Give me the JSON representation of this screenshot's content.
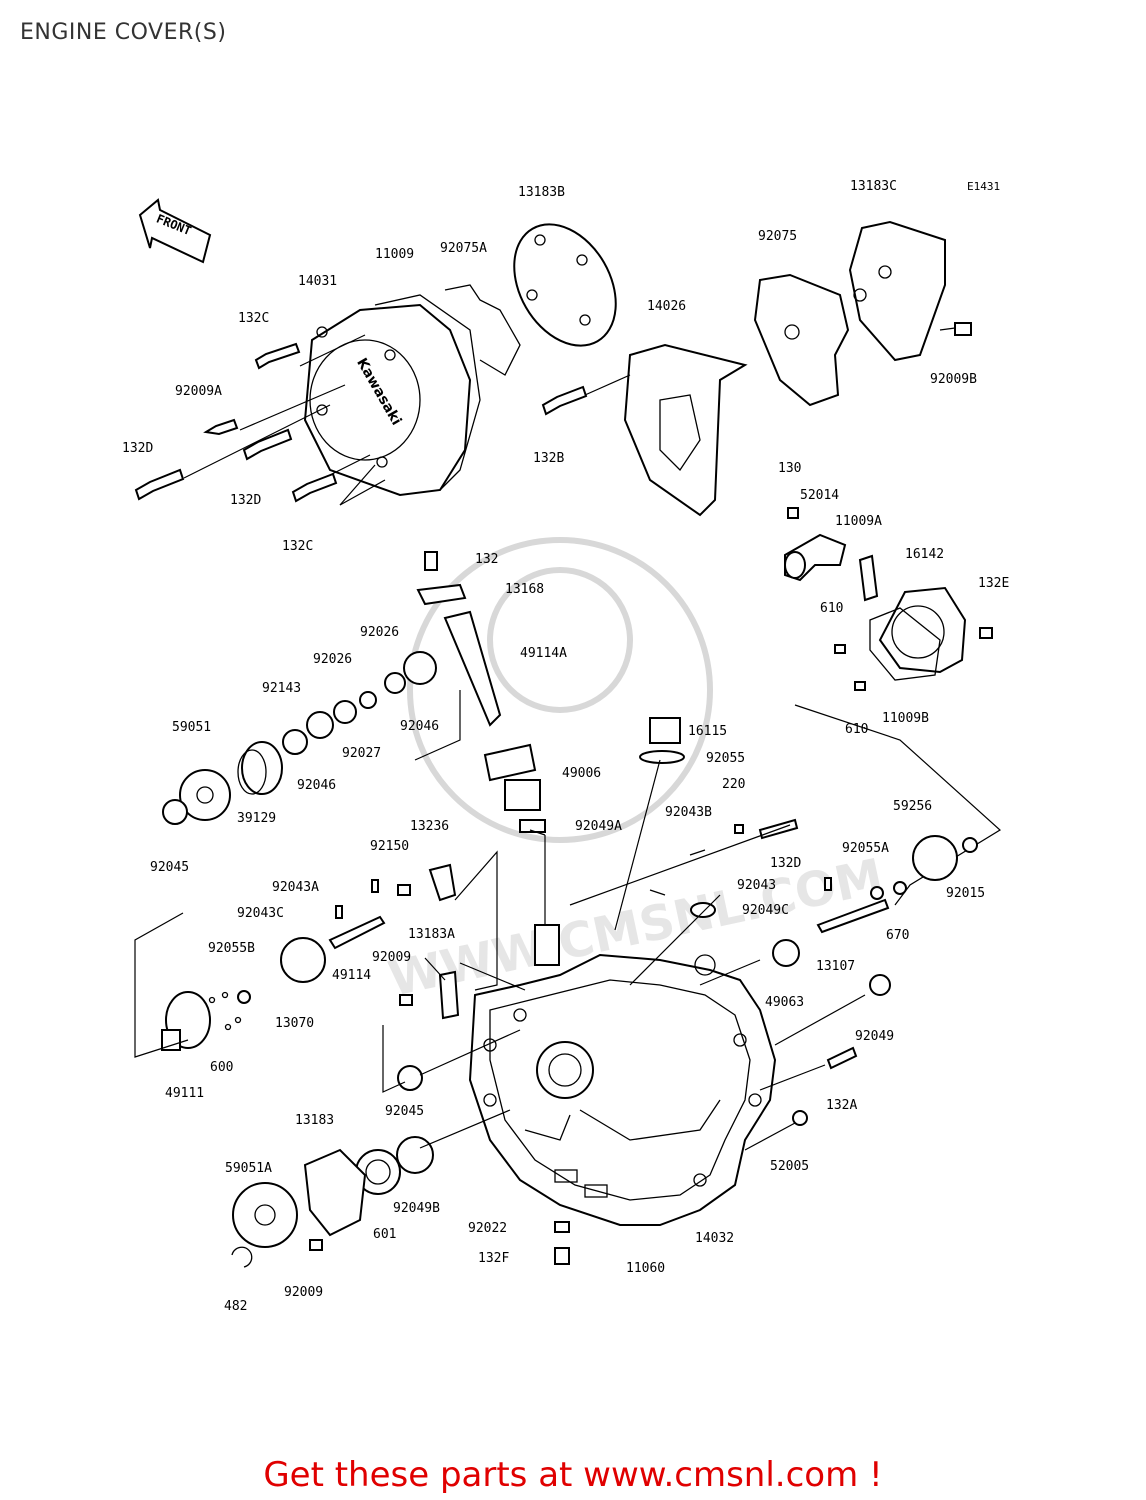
{
  "page": {
    "title": "ENGINE COVER(S)"
  },
  "diagram": {
    "code": "E1431",
    "front_label": "FRONT",
    "brand_text": "Kawasaki",
    "watermark_text": "WWW.CMSNL.COM",
    "labels": {
      "p13183B": "13183B",
      "p13183C": "13183C",
      "p92075": "92075",
      "p11009": "11009",
      "p92075A": "92075A",
      "p14031": "14031",
      "p132C_a": "132C",
      "p92009A": "92009A",
      "p132D_a": "132D",
      "p132D_b": "132D",
      "p132C_b": "132C",
      "p14026": "14026",
      "p132B": "132B",
      "p92009B": "92009B",
      "p130": "130",
      "p52014": "52014",
      "p11009A": "11009A",
      "p16142": "16142",
      "p132E": "132E",
      "p610_a": "610",
      "p610_b": "610",
      "p11009B": "11009B",
      "p132": "132",
      "p13168": "13168",
      "p92026_a": "92026",
      "p92026_b": "92026",
      "p92143": "92143",
      "p49114A": "49114A",
      "p92046_a": "92046",
      "p92027": "92027",
      "p92046_b": "92046",
      "p59051": "59051",
      "p39129": "39129",
      "p92045_a": "92045",
      "p16115": "16115",
      "p92055": "92055",
      "p49006": "49006",
      "p220": "220",
      "p92043B": "92043B",
      "p92049A": "92049A",
      "p13236": "13236",
      "p92150": "92150",
      "p132D_c": "132D",
      "p59256": "59256",
      "p92055A": "92055A",
      "p92043A": "92043A",
      "p92043": "92043",
      "p92015": "92015",
      "p92043C": "92043C",
      "p92049C": "92049C",
      "p670": "670",
      "p13183A": "13183A",
      "p92055B": "92055B",
      "p92009_a": "92009",
      "p49114": "49114",
      "p13107": "13107",
      "p13070": "13070",
      "p49063": "49063",
      "p600": "600",
      "p92049": "92049",
      "p49111": "49111",
      "p92045_b": "92045",
      "p132A": "132A",
      "p13183": "13183",
      "p59051A": "59051A",
      "p92049B": "92049B",
      "p52005": "52005",
      "p601": "601",
      "p92022": "92022",
      "p14032": "14032",
      "p132F": "132F",
      "p11060": "11060",
      "p482": "482",
      "p92009_b": "92009"
    }
  },
  "footer": {
    "text": "Get these parts at www.cmsnl.com !",
    "color": "#e00000"
  }
}
